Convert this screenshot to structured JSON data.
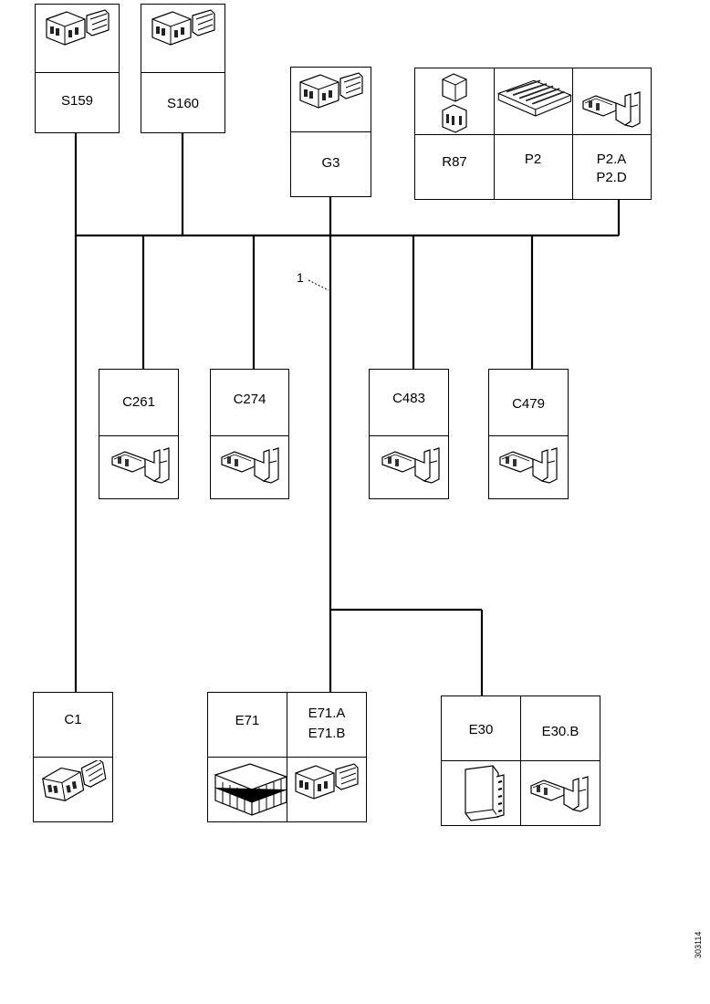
{
  "connectors": {
    "s159": "S159",
    "s160": "S160",
    "g3": "G3",
    "r87": "R87",
    "p2": "P2",
    "p2a": "P2.A",
    "p2d": "P2.D",
    "c261": "C261",
    "c274": "C274",
    "c483": "C483",
    "c479": "C479",
    "c1": "C1",
    "e71": "E71",
    "e71a": "E71.A",
    "e71b": "E71.B",
    "e30": "E30",
    "e30b": "E30.B"
  },
  "callout": "1",
  "figure_id": "303114",
  "icons": [
    "connector-housing-icon",
    "terminal-pin-icon",
    "relay-icon",
    "fuse-block-icon",
    "control-module-icon"
  ]
}
